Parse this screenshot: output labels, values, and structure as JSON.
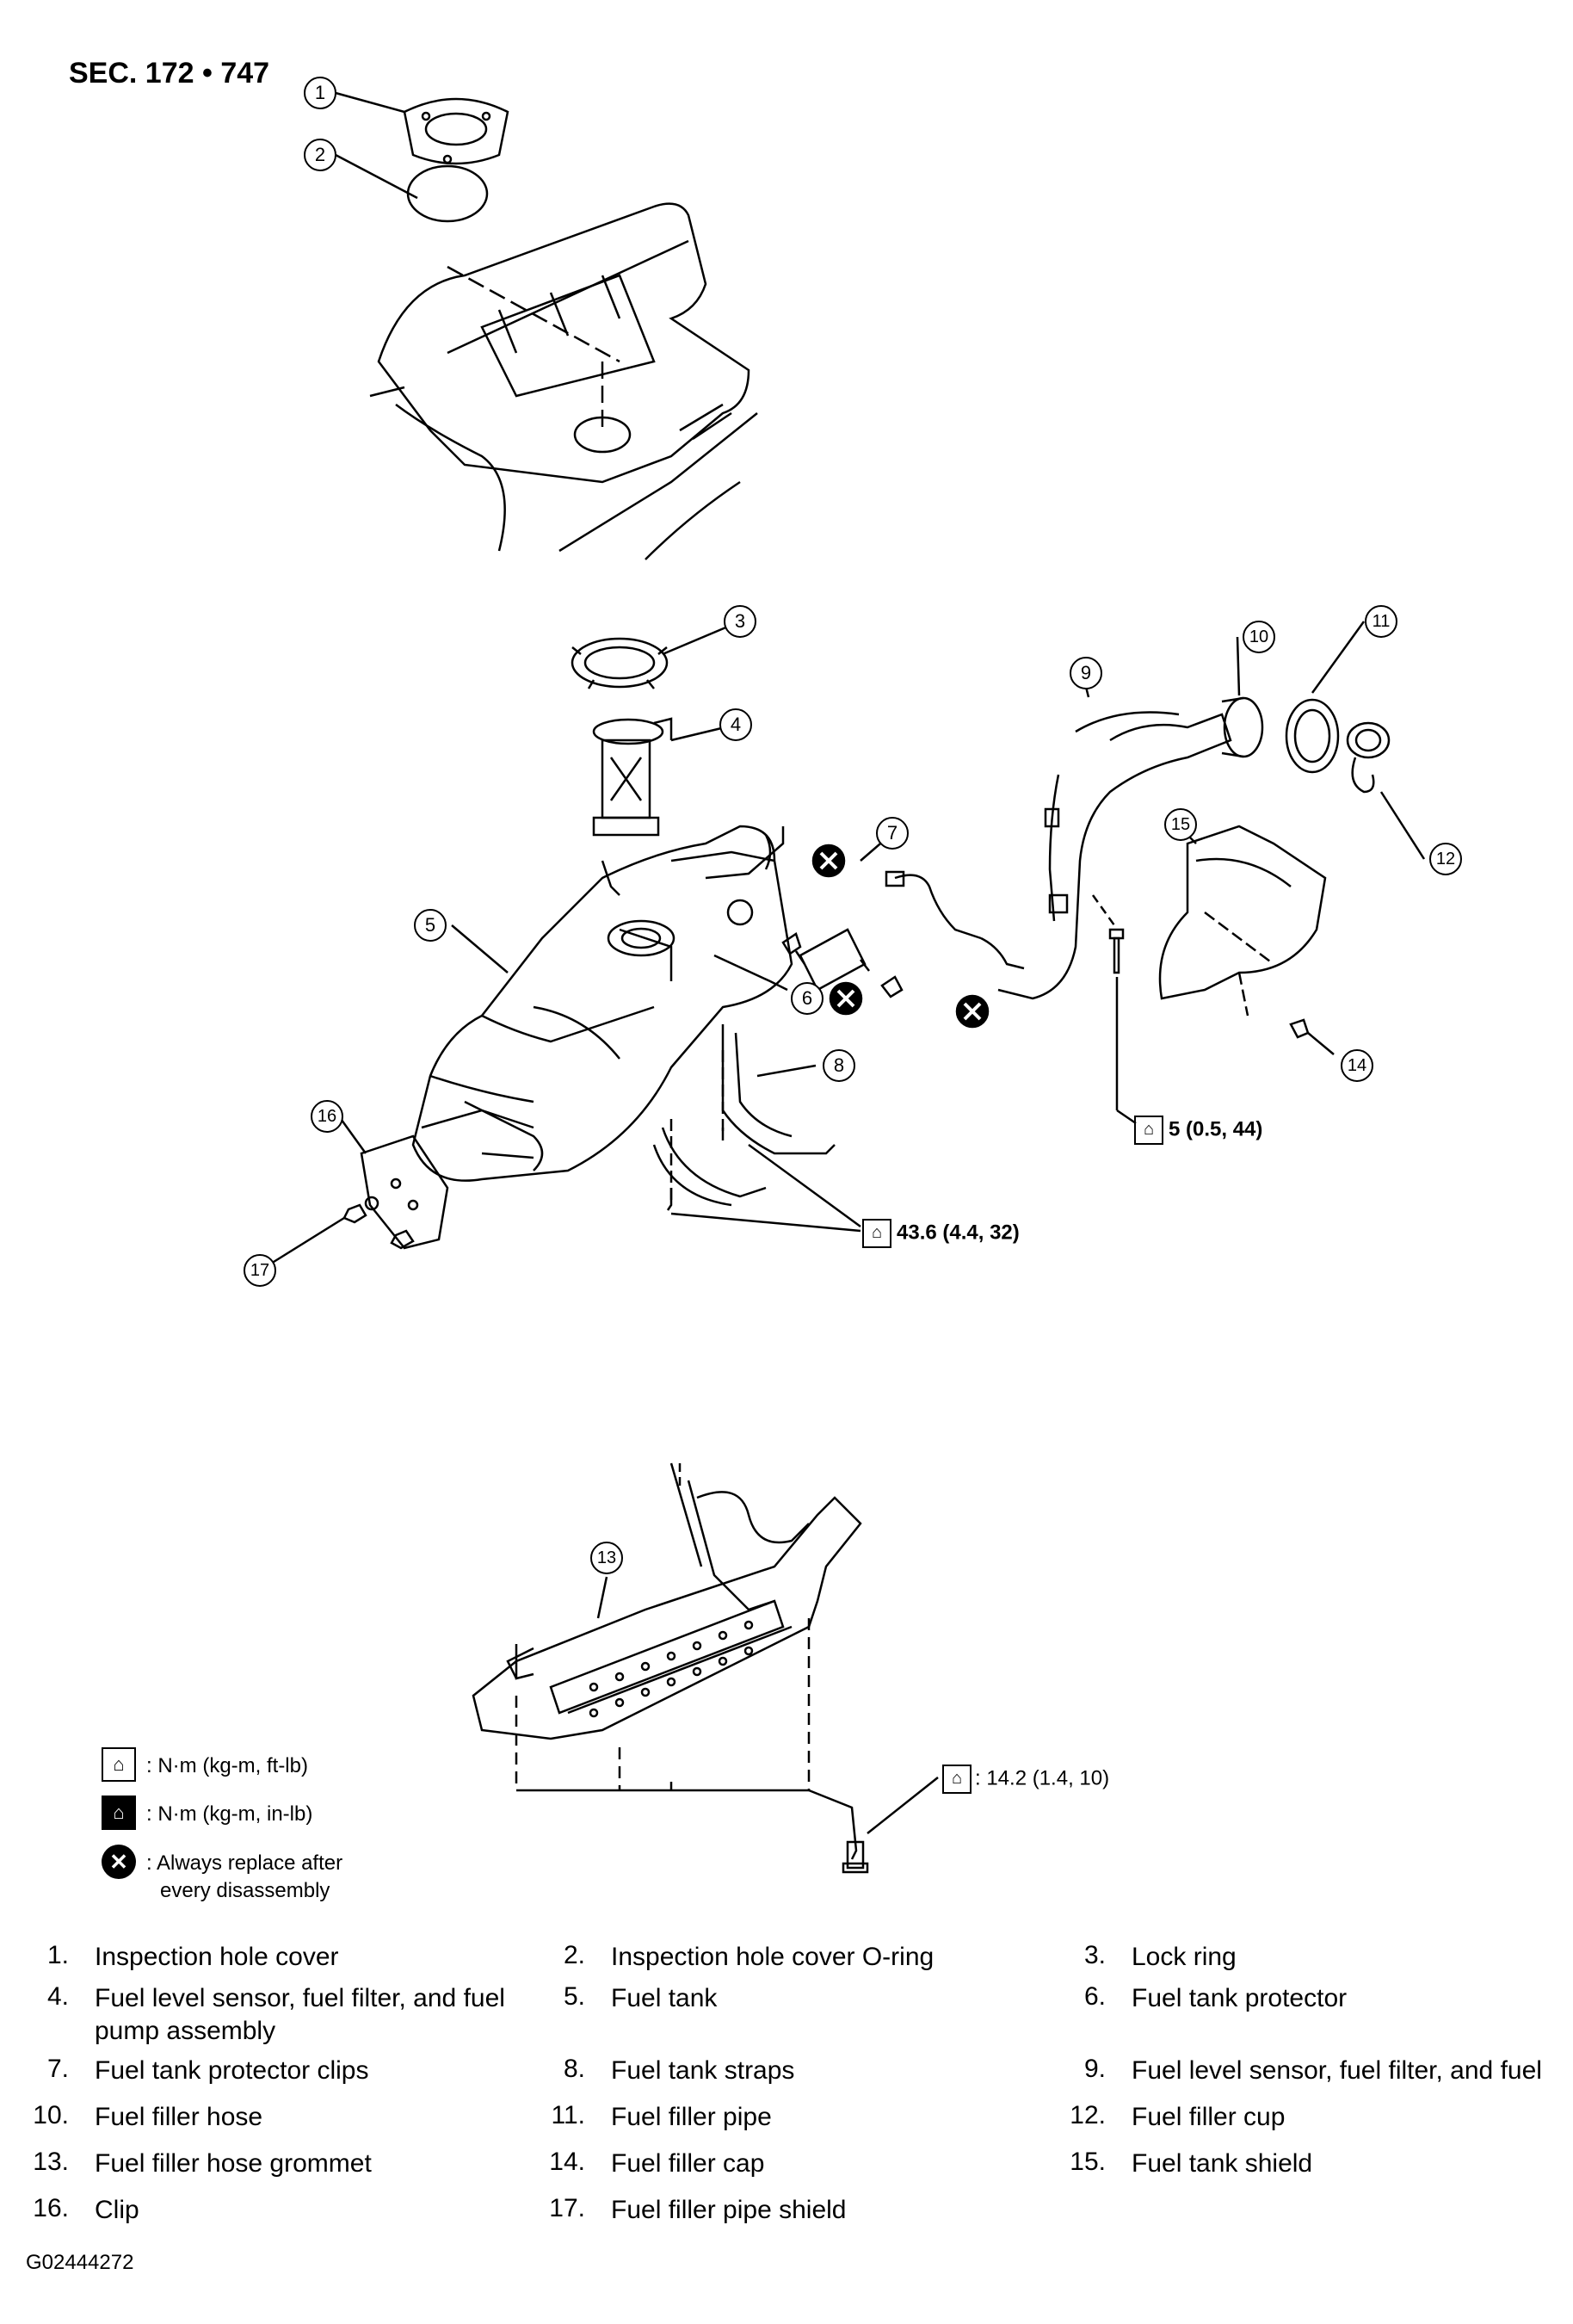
{
  "section_title": "SEC. 172 • 747",
  "callouts": [
    "1",
    "2",
    "3",
    "4",
    "5",
    "6",
    "7",
    "8",
    "9",
    "10",
    "11",
    "12",
    "13",
    "14",
    "15",
    "16",
    "17"
  ],
  "torque_specs": {
    "t1": "5 (0.5, 44)",
    "t2": "43.6 (4.4, 32)",
    "t3": ": 14.2 (1.4, 10)"
  },
  "legend": {
    "nm_ftlb": ": N·m (kg-m, ft-lb)",
    "nm_inlb": ": N·m (kg-m, in-lb)",
    "replace_line1": ": Always replace after",
    "replace_line2": "every disassembly"
  },
  "parts": [
    {
      "num": "1.",
      "name": "Inspection hole cover"
    },
    {
      "num": "2.",
      "name": "Inspection hole cover O-ring"
    },
    {
      "num": "3.",
      "name": "Lock ring"
    },
    {
      "num": "4.",
      "name": "Fuel level sensor, fuel filter, and fuel pump assembly"
    },
    {
      "num": "5.",
      "name": "Fuel tank"
    },
    {
      "num": "6.",
      "name": "Fuel tank protector"
    },
    {
      "num": "7.",
      "name": "Fuel tank protector clips"
    },
    {
      "num": "8.",
      "name": "Fuel tank straps"
    },
    {
      "num": "9.",
      "name": "Fuel level sensor, fuel filter, and fuel"
    },
    {
      "num": "10.",
      "name": "Fuel filler hose"
    },
    {
      "num": "11.",
      "name": "Fuel filler pipe"
    },
    {
      "num": "12.",
      "name": "Fuel filler cup"
    },
    {
      "num": "13.",
      "name": "Fuel filler hose grommet"
    },
    {
      "num": "14.",
      "name": "Fuel filler cap"
    },
    {
      "num": "15.",
      "name": "Fuel tank shield"
    },
    {
      "num": "16.",
      "name": "Clip"
    },
    {
      "num": "17.",
      "name": "Fuel filler pipe shield"
    }
  ],
  "figure_code": "G02444272"
}
